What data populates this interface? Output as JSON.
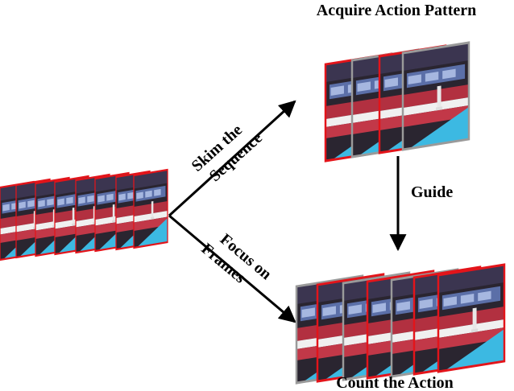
{
  "labels": {
    "top_title": "Acquire Action Pattern",
    "bottom_title": "Count the Action",
    "guide": "Guide",
    "skim_line1": "Skim the",
    "skim_line2": "Sequence",
    "focus_line1": "Focus on",
    "focus_line2": "Frames"
  },
  "colors": {
    "red_frame": "#e3141a",
    "gray_frame": "#9a9a9a",
    "arrow": "#000000"
  },
  "icons": {
    "frame": "video-frame-thumbnail-icon"
  }
}
